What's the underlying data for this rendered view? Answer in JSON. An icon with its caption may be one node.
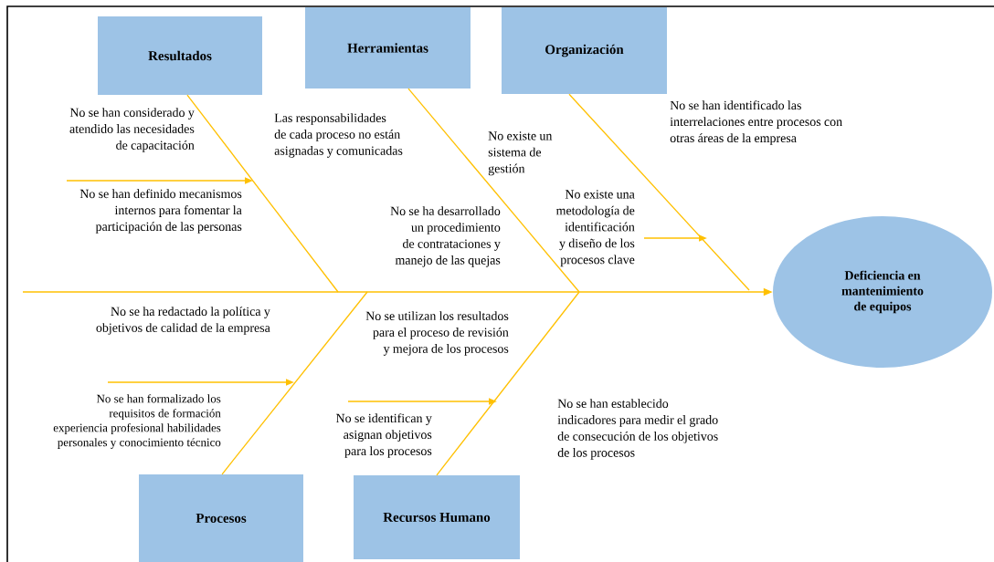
{
  "diagram": {
    "nodes": [
      {
        "text": [
          "Resultados"
        ]
      },
      {
        "text": [
          "Herramientas"
        ]
      },
      {
        "text": [
          "Organización"
        ]
      },
      {
        "text": [
          "Procesos"
        ]
      },
      {
        "text": [
          "Recursos Humano"
        ]
      },
      {
        "text": [
          "Deficiencia en mantenimiento de equipos"
        ]
      }
    ],
    "edges": [
      {
        "from": null,
        "to": 5,
        "arrow": "to"
      },
      {
        "from": 0,
        "to": null,
        "arrow": "none"
      },
      {
        "from": 1,
        "to": null,
        "arrow": "none"
      },
      {
        "from": 2,
        "to": null,
        "arrow": "none"
      },
      {
        "from": 3,
        "to": null,
        "arrow": "none"
      },
      {
        "from": 4,
        "to": null,
        "arrow": "none"
      }
    ],
    "labels": [
      "No se han considerado y atendido las necesidades de capacitación",
      "Las responsabilidades de cada proceso no están asignadas y comunicadas",
      "No existe un sistema de gestión",
      "No se han identificado las interrelaciones entre procesos con otras áreas de la empresa",
      "No se han definido mecanismos internos para fomentar la participación de las personas",
      "No se ha desarrollado un procedimiento de contrataciones y manejo de las quejas",
      "No existe una metodología de identificación y diseño de los procesos clave",
      "No se ha redactado la política y objetivos de calidad de la empresa",
      "No se utilizan los resultados para el proceso de revisión y mejora de los procesos",
      "No se han formalizado los requisitos de formación experiencia profesional habilidades personales y conocimiento técnico",
      "No se identifican y asignan objetivos para los procesos",
      "No se han establecido indicadores para medir el grado de consecución de los objetivos de los procesos"
    ]
  }
}
